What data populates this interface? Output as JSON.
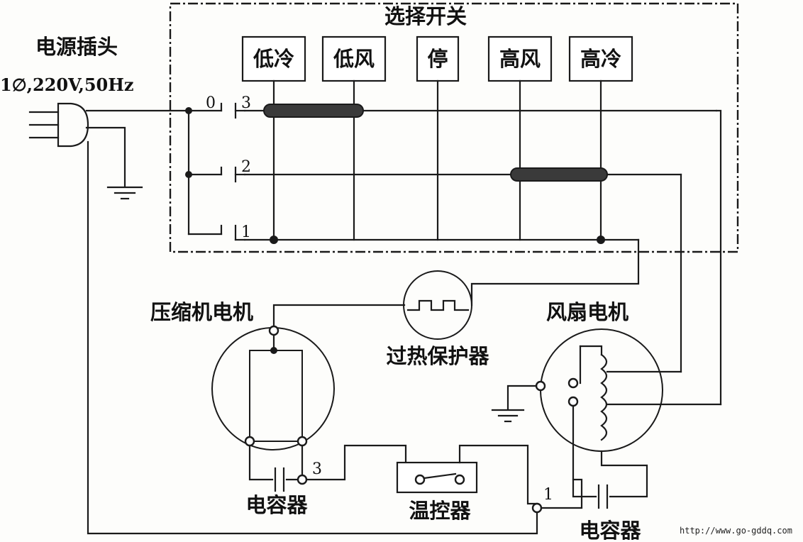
{
  "labels": {
    "selector_switch": "选择开关",
    "power_plug": "电源插头",
    "power_spec": "1∅,220V,50Hz",
    "compressor_motor": "压缩机电机",
    "fan_motor": "风扇电机",
    "overheat_protector": "过热保护器",
    "thermostat": "温控器",
    "capacitor_left": "电容器",
    "capacitor_right": "电容器"
  },
  "switch_positions": [
    "低冷",
    "低风",
    "停",
    "高风",
    "高冷"
  ],
  "terminals": {
    "t0": "0",
    "t3": "3",
    "t2": "2",
    "t1": "1",
    "comp_3": "3",
    "fan_1": "1"
  },
  "watermark": "http://www.go-gddq.com"
}
